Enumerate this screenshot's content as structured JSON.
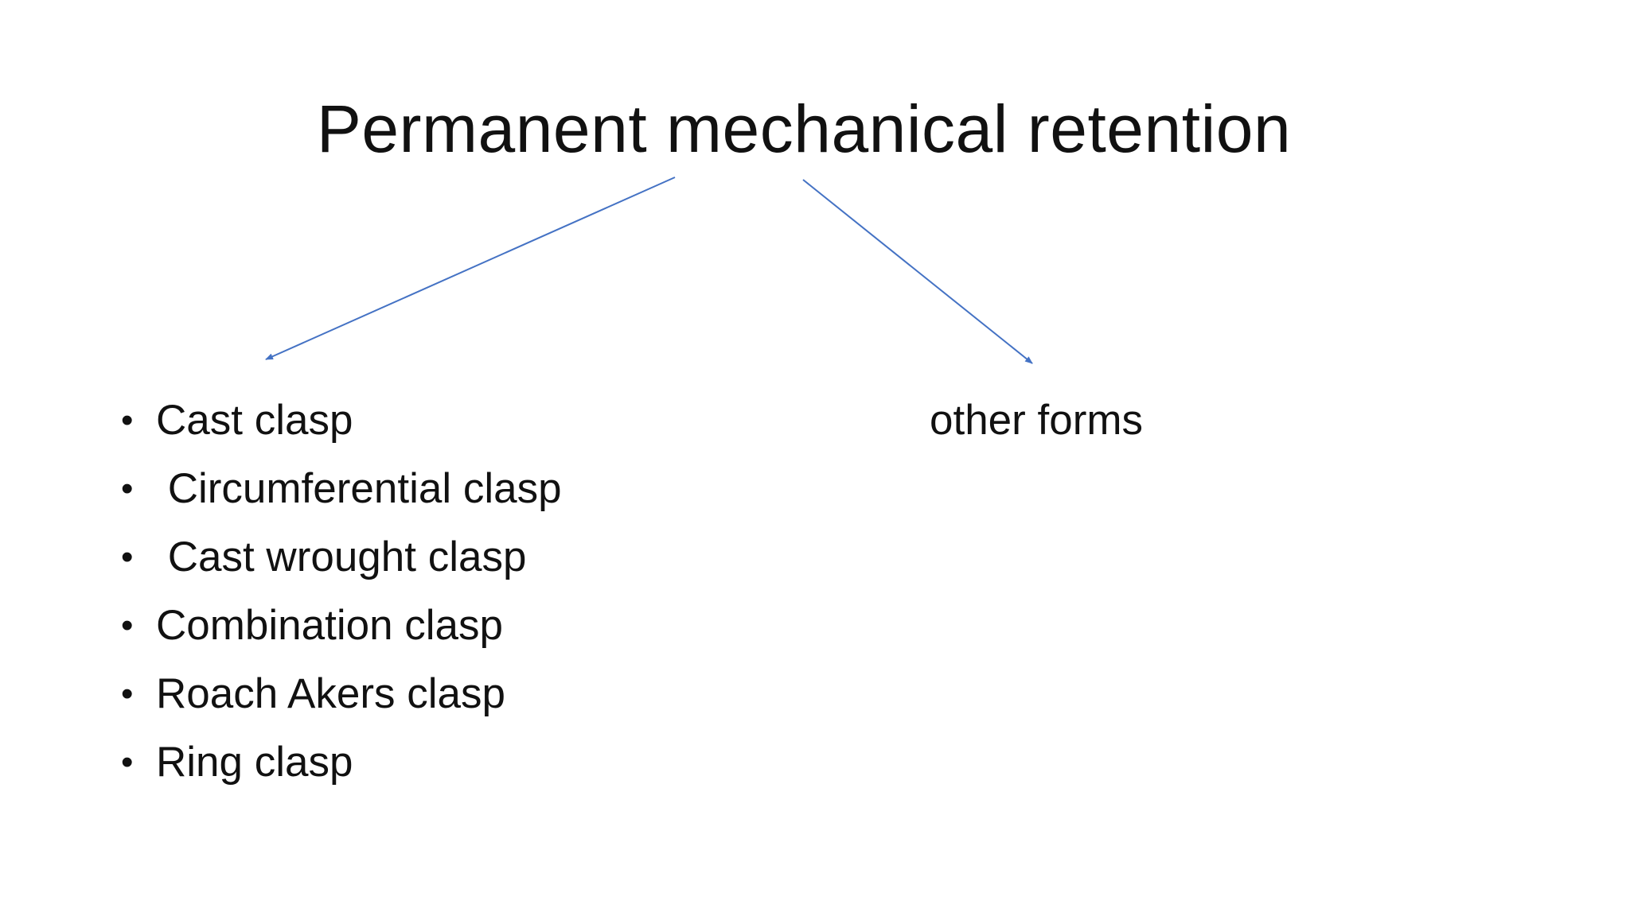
{
  "slide": {
    "title": "Permanent mechanical retention",
    "left_items": [
      "Cast clasp",
      " Circumferential clasp",
      " Cast wrought clasp",
      "Combination clasp",
      "Roach Akers clasp",
      "Ring clasp"
    ],
    "bullet_char": "•",
    "right_label": "other forms",
    "arrow_color": "#4472C4"
  }
}
